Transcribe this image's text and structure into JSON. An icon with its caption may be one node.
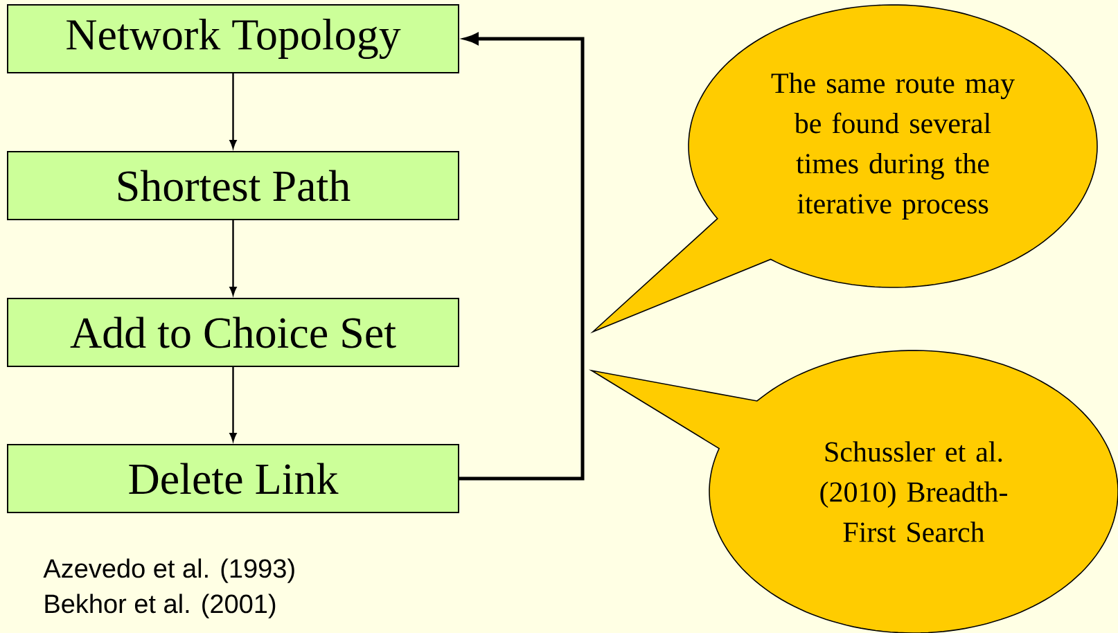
{
  "diagram": {
    "nodes": [
      {
        "text": [
          "Network Topology"
        ]
      },
      {
        "text": [
          "Shortest Path"
        ]
      },
      {
        "text": [
          "Add to Choice Set"
        ]
      },
      {
        "text": [
          "Delete Link"
        ]
      },
      {
        "text": [
          "The same route may be found several times during the iterative process"
        ]
      },
      {
        "text": [
          "Schussler et al. (2010) Breadth-First Search"
        ]
      }
    ],
    "edges": [
      {
        "from": 0,
        "to": 1,
        "arrow": "to"
      },
      {
        "from": 1,
        "to": 2,
        "arrow": "to"
      },
      {
        "from": 2,
        "to": 3,
        "arrow": "to"
      },
      {
        "from": 3,
        "to": 0,
        "arrow": "to",
        "style": "thick"
      }
    ],
    "labels": [
      "Azevedo et al. (1993)",
      "Bekhor et al. (2001)"
    ]
  }
}
